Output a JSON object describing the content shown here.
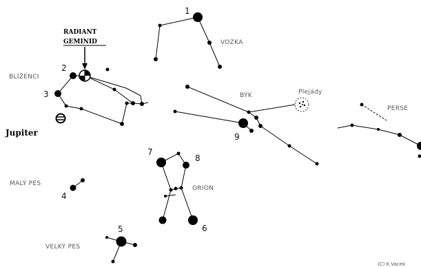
{
  "labels": {
    "radiant_line1": "RADIANT",
    "radiant_line2": "GEMINID",
    "gemini": "BLÍŽENCI",
    "auriga": "VOZKA",
    "taurus": "BÝK",
    "pleiades": "Plejády",
    "perseus": "PERSE",
    "canis_minor": "MALÝ PES",
    "orion": "ORION",
    "canis_major": "VELKÝ PES",
    "jupiter": "Jupiter",
    "credit": "(C) K.Vacek"
  },
  "star_numbers": [
    "1",
    "2",
    "3",
    "4",
    "5",
    "6",
    "7",
    "8",
    "9"
  ],
  "colors": {
    "ink": "#000000",
    "label": "#555555"
  }
}
